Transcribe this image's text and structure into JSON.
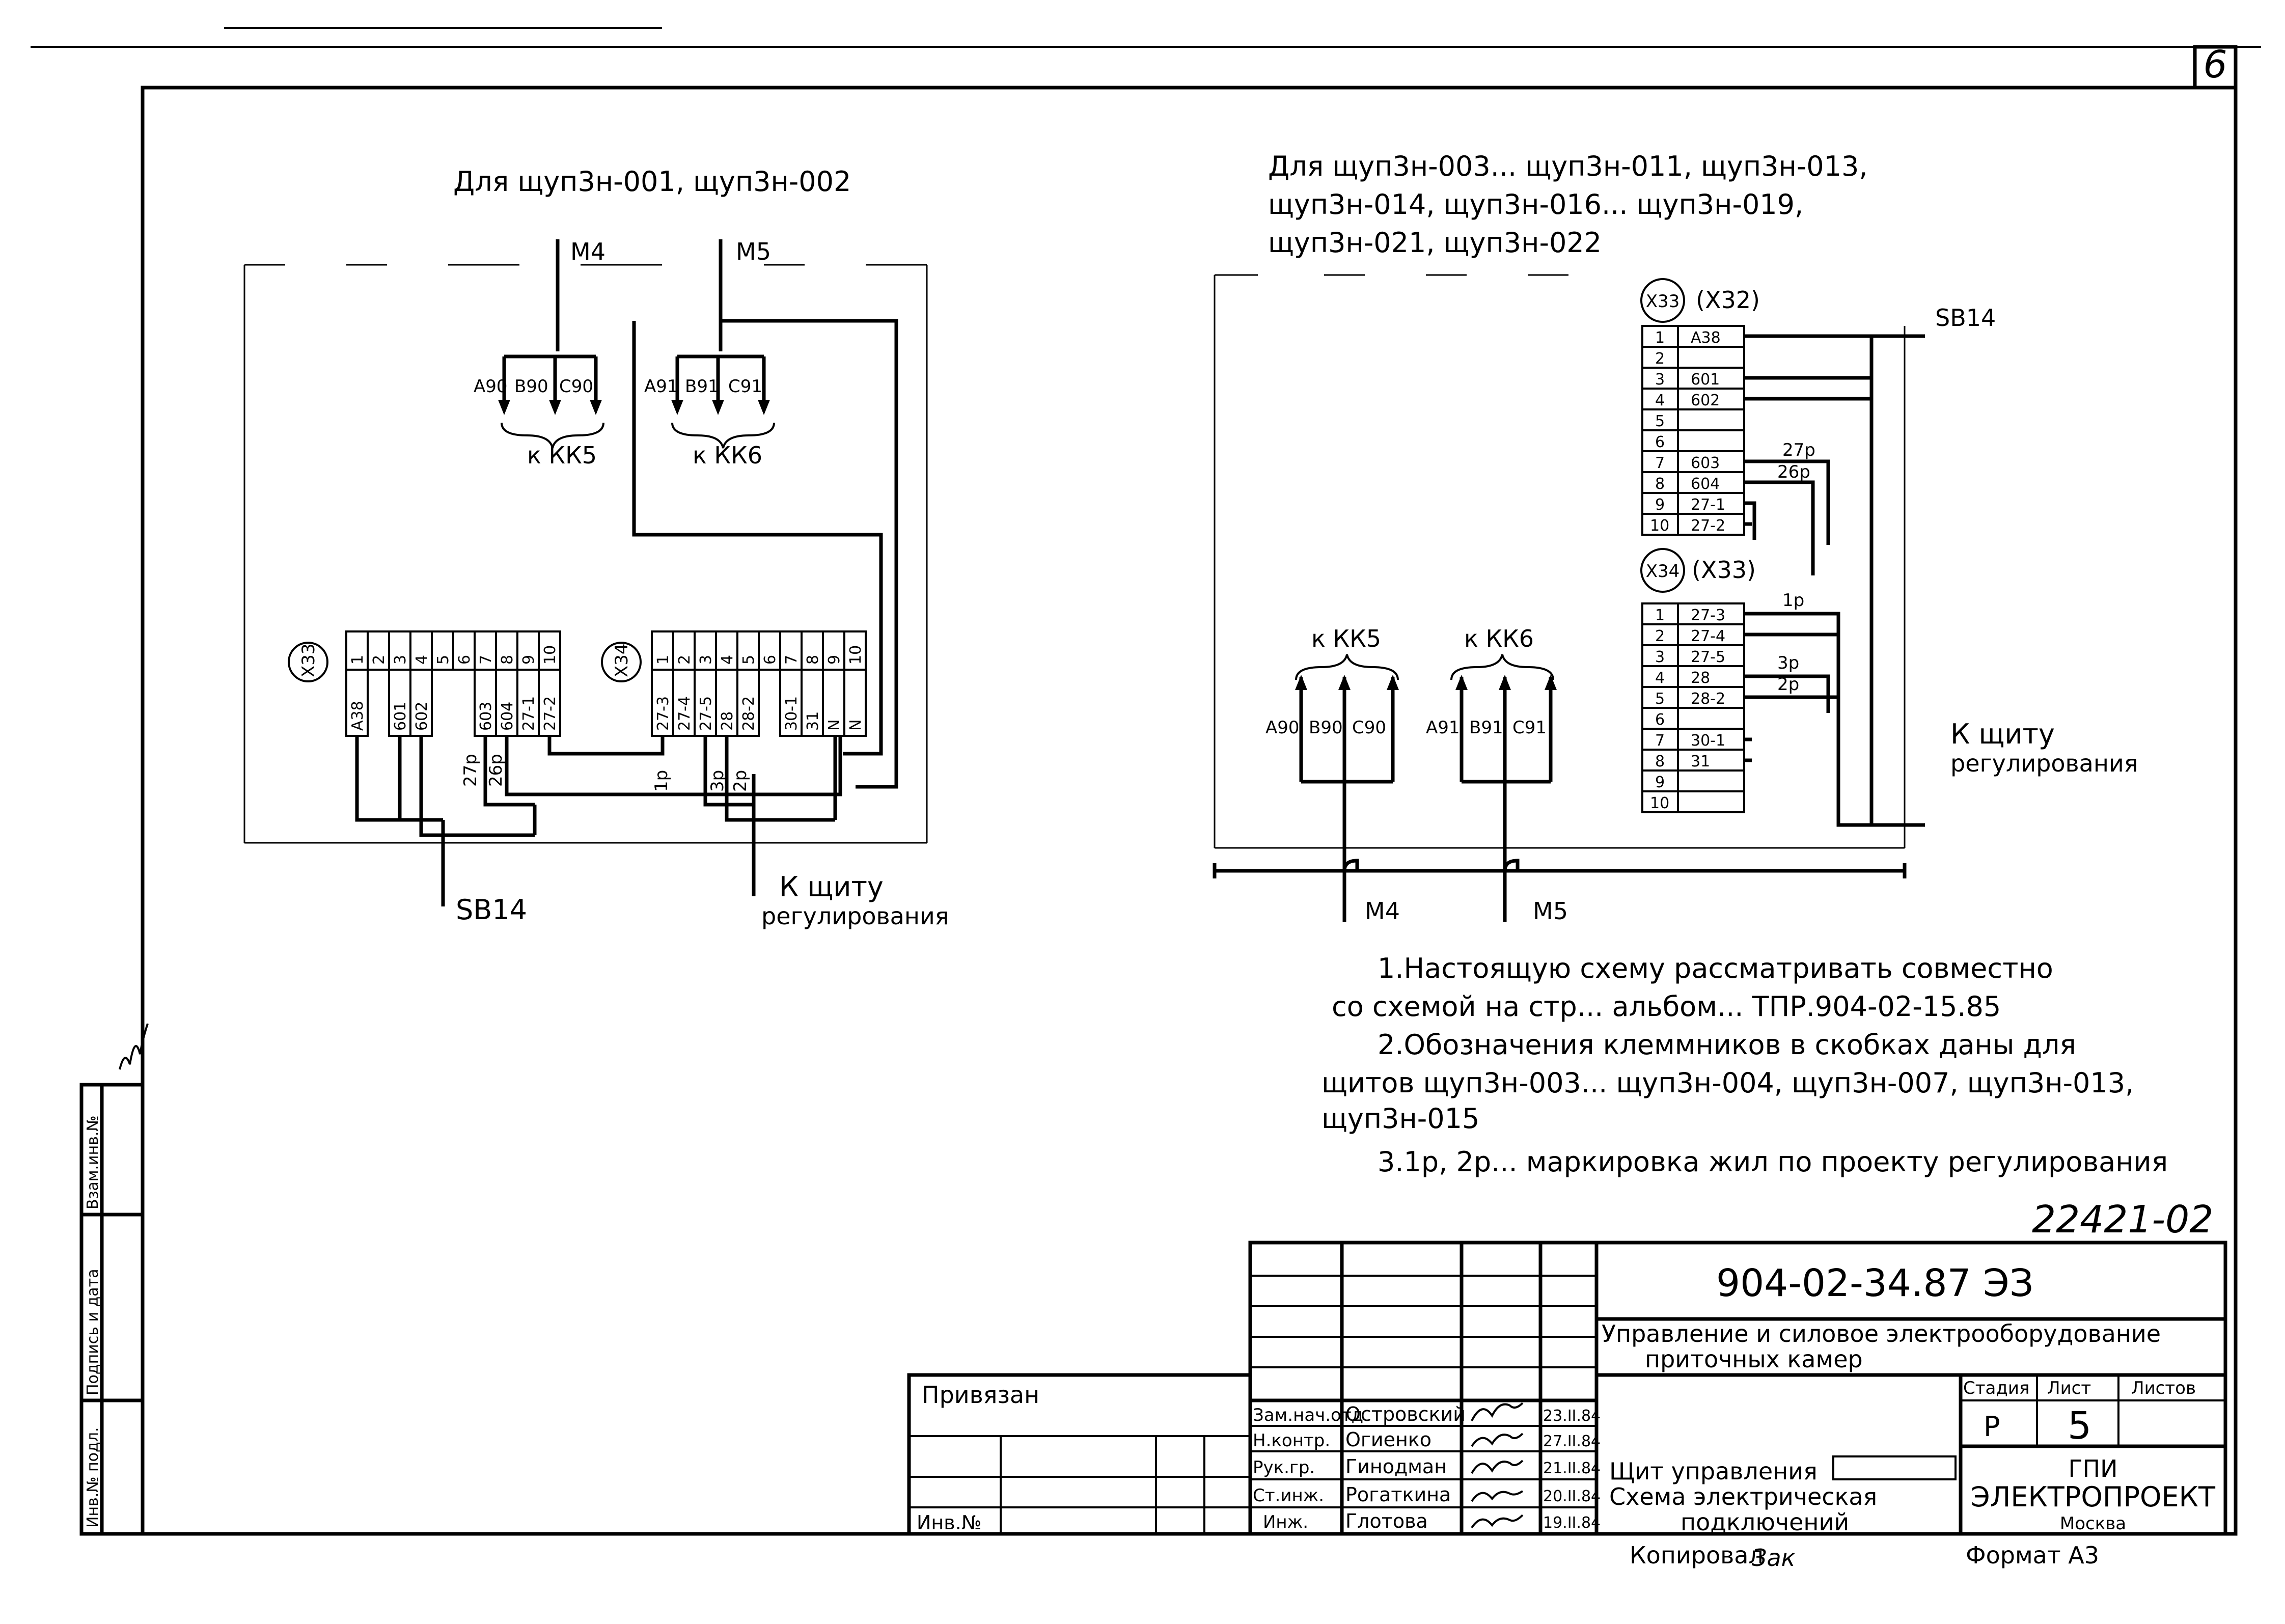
{
  "sheet_number": "6",
  "left_diagram": {
    "title": "Для щуп3н-001, щуп3н-002",
    "motor_left": "М4",
    "motor_right": "М5",
    "phases_left": [
      "А90",
      "В90",
      "С90"
    ],
    "phases_right": [
      "А91",
      "В91",
      "С91"
    ],
    "dest_left": "к КК5",
    "dest_right": "к КК6",
    "x33_label": "Х33",
    "x34_label": "Х34",
    "x33_terminals": [
      "1",
      "2",
      "3",
      "4",
      "5",
      "6",
      "7",
      "8",
      "9",
      "10"
    ],
    "x34_terminals": [
      "1",
      "2",
      "3",
      "4",
      "5",
      "6",
      "7",
      "8",
      "9",
      "10"
    ],
    "x33_wires": [
      "А38",
      "601",
      "602",
      "603",
      "604",
      "27-1",
      "27-2"
    ],
    "x34_wires": [
      "27-3",
      "27-4",
      "27-5",
      "28",
      "28-2",
      "30-1",
      "31",
      "N",
      "N"
    ],
    "marks": [
      "27р",
      "26р",
      "1р",
      "3р",
      "2р"
    ],
    "out_left": "SB14",
    "out_right_1": "К щиту",
    "out_right_2": "регулирования"
  },
  "right_diagram": {
    "title_1": "Для щуп3н-003... щуп3н-011, щуп3н-013,",
    "title_2": "щуп3н-014, щуп3н-016... щуп3н-019,",
    "title_3": "щуп3н-021, щуп3н-022",
    "x33_label": "Х33",
    "x32_label": "(Х32)",
    "x34_label": "Х34",
    "x33b_label": "(Х33)",
    "sb_label": "SB14",
    "block1_nums": [
      "1",
      "2",
      "3",
      "4",
      "5",
      "6",
      "7",
      "8",
      "9",
      "10"
    ],
    "block1_wires": [
      "А38",
      "",
      "601",
      "602",
      "",
      "",
      "603",
      "604",
      "27-1",
      "27-2"
    ],
    "block2_nums": [
      "1",
      "2",
      "3",
      "4",
      "5",
      "6",
      "7",
      "8",
      "9",
      "10"
    ],
    "block2_wires": [
      "27-3",
      "27-4",
      "27-5",
      "28",
      "28-2",
      "",
      "30-1",
      "31",
      "",
      ""
    ],
    "marks": [
      "27р",
      "26р",
      "1р",
      "3р",
      "2р"
    ],
    "dest_left": "к КК5",
    "dest_right": "к КК6",
    "phases_left": [
      "А90",
      "В90",
      "С90"
    ],
    "phases_right": [
      "А91",
      "В91",
      "С91"
    ],
    "motor_left": "М4",
    "motor_right": "М5",
    "out_1": "К щиту",
    "out_2": "регулирования"
  },
  "notes": [
    "1.Настоящую схему рассматривать совместно",
    "со схемой на стр... альбом...  ТПР.904-02-15.85",
    "2.Обозначения клеммников в скобках даны для",
    "щитов  щуп3н-003... щуп3н-004, щуп3н-007, щуп3н-013,",
    "щуп3н-015",
    "3.1р, 2р... маркировка жил по проекту регулирования"
  ],
  "doc_code": "22421-02",
  "title_block": {
    "project": "904-02-34.87  ЭЗ",
    "description_1": "Управление и силовое электрооборудование",
    "description_2": "приточных камер",
    "privyazan": "Привязан",
    "inv_no": "Инв.№",
    "roles": [
      "Зам.нач.отд",
      "Н.контр.",
      "Рук.гр.",
      "Ст.инж.",
      "Инж."
    ],
    "names": [
      "Островский",
      "Огиенко",
      "Гинодман",
      "Рогаткина",
      "Глотова"
    ],
    "dates": [
      "23.II.84",
      "27.II.84",
      "21.II.84",
      "20.II.84",
      "19.II.84"
    ],
    "stage_label": "Стадия",
    "sheet_label": "Лист",
    "sheets_label": "Листов",
    "stage": "Р",
    "sheet": "5",
    "drawing_1": "Щит управления",
    "drawing_2": "Схема электрическая",
    "drawing_3": "подключений",
    "org_1": "ГПИ",
    "org_2": "ЭЛЕКТРОПРОЕКТ",
    "org_3": "Москва",
    "copied": "Копировал",
    "copied_sign": "Зак",
    "format": "Формат А3"
  },
  "side_stamp": [
    "Инв.№ подл.",
    "Подпись и дата",
    "Взам.инв.№"
  ]
}
